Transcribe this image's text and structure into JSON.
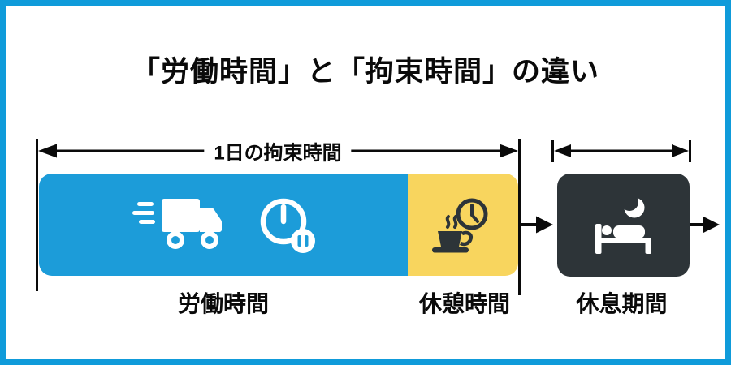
{
  "title": "「労働時間」と「拘束時間」の違い",
  "dimension_top": {
    "label": "1日の拘束時間"
  },
  "sections": {
    "work": {
      "label": "労働時間",
      "color": "#1C9CD9",
      "icons": [
        "speeding-truck-icon",
        "clock-pause-icon"
      ]
    },
    "break": {
      "label": "休憩時間",
      "color": "#F8D55E",
      "icons": [
        "coffee-steam-icon",
        "clock-icon"
      ]
    },
    "rest": {
      "label": "休息期間",
      "color": "#2D3438",
      "icons": [
        "crescent-moon-icon",
        "sleeping-bed-icon"
      ]
    }
  },
  "colors": {
    "frame_border": "#0F9BDA",
    "background": "#FFFFFF",
    "line": "#0A0A0A",
    "icon_on_color": "#FFFFFF",
    "icon_on_yellow": "#2D3438"
  }
}
